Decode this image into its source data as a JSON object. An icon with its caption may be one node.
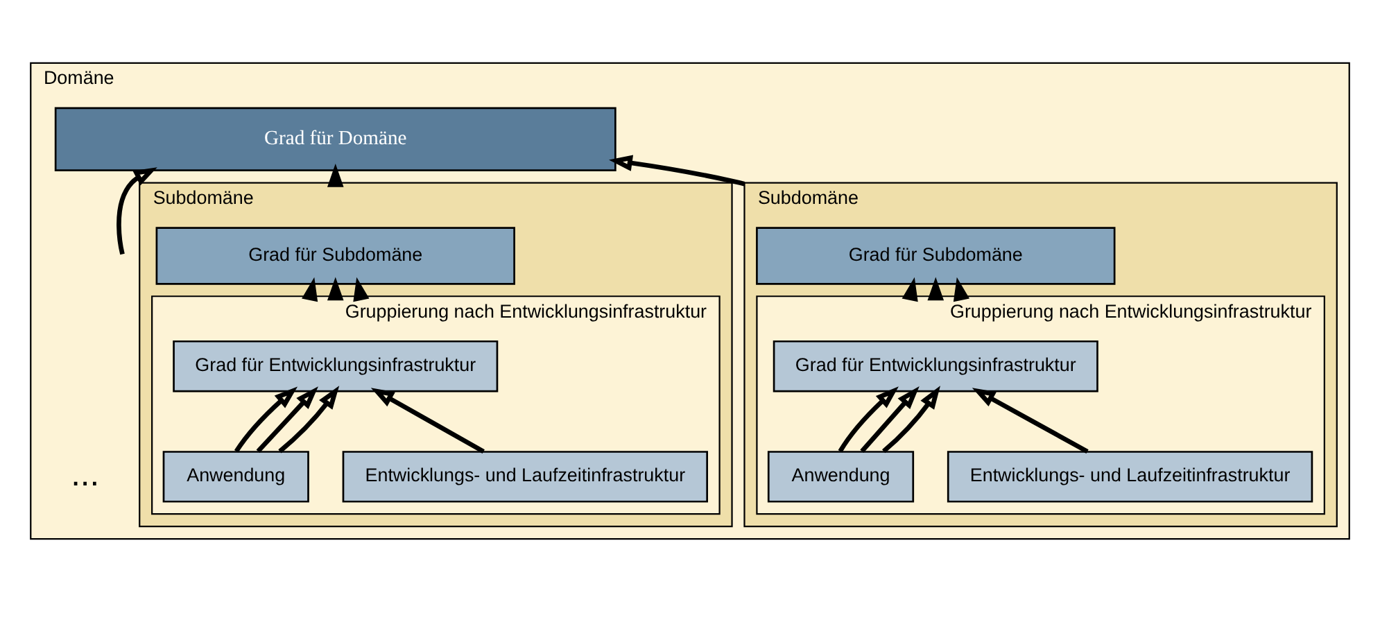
{
  "diagram": {
    "nodes": [
      {
        "text": [
          "Domäne"
        ]
      },
      {
        "text": [
          "Grad für Domäne"
        ],
        "in": 0
      },
      {
        "text": [
          "Subdomäne"
        ],
        "in": 0
      },
      {
        "text": [
          "Grad für Subdomäne"
        ],
        "in": 2
      },
      {
        "text": [
          "Gruppierung nach Entwicklungsinfrastruktur"
        ],
        "in": 2
      },
      {
        "text": [
          "Grad für Entwicklungsinfrastruktur"
        ],
        "in": 4
      },
      {
        "text": [
          "Anwendung"
        ],
        "in": 4
      },
      {
        "text": [
          "Entwicklungs- und Laufzeitinfrastruktur"
        ],
        "in": 4
      },
      {
        "text": [
          "Subdomäne"
        ],
        "in": 0
      },
      {
        "text": [
          "Grad für Subdomäne"
        ],
        "in": 8
      },
      {
        "text": [
          "Gruppierung nach Entwicklungsinfrastruktur"
        ],
        "in": 8
      },
      {
        "text": [
          "Grad für Entwicklungsinfrastruktur"
        ],
        "in": 10
      },
      {
        "text": [
          "Anwendung"
        ],
        "in": 10
      },
      {
        "text": [
          "Entwicklungs- und Laufzeitinfrastruktur"
        ],
        "in": 10
      }
    ],
    "edges": [
      {
        "from": 2,
        "to": 1,
        "arrow": "to"
      },
      {
        "from": null,
        "to": 1,
        "arrow": "to"
      },
      {
        "from": 8,
        "to": 1,
        "arrow": "to"
      },
      {
        "from": 4,
        "to": 3,
        "arrow": "to"
      },
      {
        "from": 4,
        "to": 3,
        "arrow": "to"
      },
      {
        "from": 4,
        "to": 3,
        "arrow": "to"
      },
      {
        "from": 6,
        "to": 5,
        "arrow": "to"
      },
      {
        "from": 6,
        "to": 5,
        "arrow": "to"
      },
      {
        "from": 6,
        "to": 5,
        "arrow": "to"
      },
      {
        "from": 7,
        "to": 5,
        "arrow": "to"
      },
      {
        "from": 10,
        "to": 9,
        "arrow": "to"
      },
      {
        "from": 10,
        "to": 9,
        "arrow": "to"
      },
      {
        "from": 10,
        "to": 9,
        "arrow": "to"
      },
      {
        "from": 12,
        "to": 11,
        "arrow": "to"
      },
      {
        "from": 12,
        "to": 11,
        "arrow": "to"
      },
      {
        "from": 12,
        "to": 11,
        "arrow": "to"
      },
      {
        "from": 13,
        "to": 11,
        "arrow": "to"
      }
    ],
    "labels": [
      "..."
    ]
  }
}
